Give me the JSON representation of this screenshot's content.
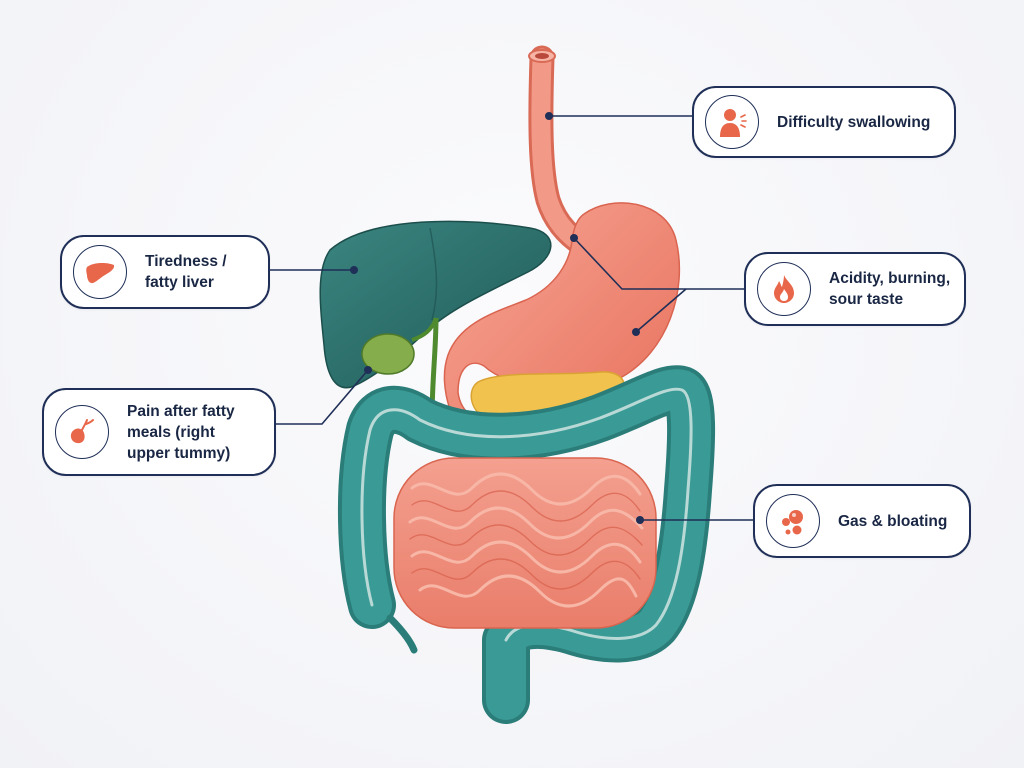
{
  "callouts": {
    "swallow": {
      "label": "Difficulty swallowing",
      "icon": "person-throat-icon"
    },
    "acidity": {
      "label": "Acidity, burning,\nsour taste",
      "icon": "flame-icon"
    },
    "gas": {
      "label": "Gas & bloating",
      "icon": "bubbles-icon"
    },
    "tiredness": {
      "label": "Tiredness /\nfatty liver",
      "icon": "liver-icon"
    },
    "pain": {
      "label": "Pain after fatty\nmeals (right\nupper tummy)",
      "icon": "gallbladder-icon"
    }
  },
  "colors": {
    "outline": "#1f2f57",
    "text": "#1a2744",
    "icon_accent": "#e8674a",
    "liver": "#2a6b67",
    "stomach": "#f08a78",
    "gallbladder": "#7fa84a",
    "pancreas": "#f2c24e",
    "colon": "#3a9a95",
    "small_intestine": "#f08d7d"
  }
}
